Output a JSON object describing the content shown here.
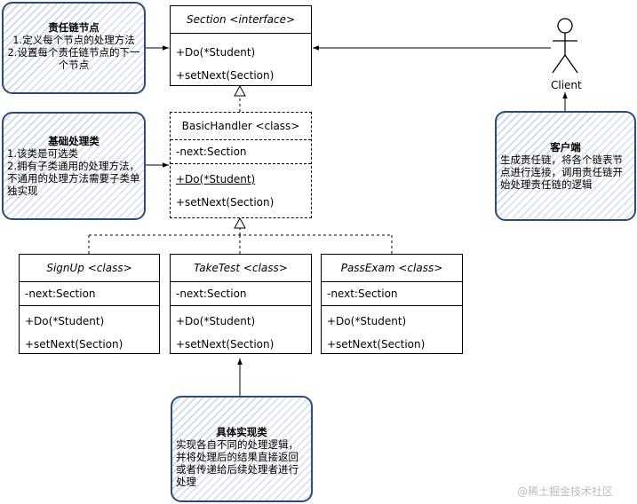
{
  "notes": {
    "chain_node": {
      "title": "责任链节点",
      "line1": "1.定义每个节点的处理方法",
      "line2": "2.设置每个责任链节点的下一个节点"
    },
    "base_handler": {
      "title": "基础处理类",
      "line1": "1.该类是可选类",
      "line2": "2.拥有子类通用的处理方法，不通用的处理方法需要子类单独实现"
    },
    "client": {
      "title": "客户端",
      "body": "生成责任链，将各个链表节点进行连接，调用责任链开始处理责任链的逻辑"
    },
    "concrete": {
      "title": "具体实现类",
      "body": "实现各自不同的处理逻辑，并将处理后的结果直接返回或者传递给后续处理者进行处理"
    }
  },
  "classes": {
    "section": {
      "name": "Section <interface>",
      "method1": "+Do(*Student)",
      "method2": "+setNext(Section)"
    },
    "basic_handler": {
      "name": "BasicHandler <class>",
      "field": "-next:Section",
      "method1": "+Do(*Student)",
      "method2": "+setNext(Section)"
    },
    "signup": {
      "name": "SignUp <class>",
      "field": "-next:Section",
      "method1": "+Do(*Student)",
      "method2": "+setNext(Section)"
    },
    "taketest": {
      "name": "TakeTest <class>",
      "field": "-next:Section",
      "method1": "+Do(*Student)",
      "method2": "+setNext(Section)"
    },
    "passexam": {
      "name": "PassExam <class>",
      "field": "-next:Section",
      "method1": "+Do(*Student)",
      "method2": "+setNext(Section)"
    }
  },
  "actor": {
    "label": "Client"
  },
  "watermark": "@稀土掘金技术社区"
}
